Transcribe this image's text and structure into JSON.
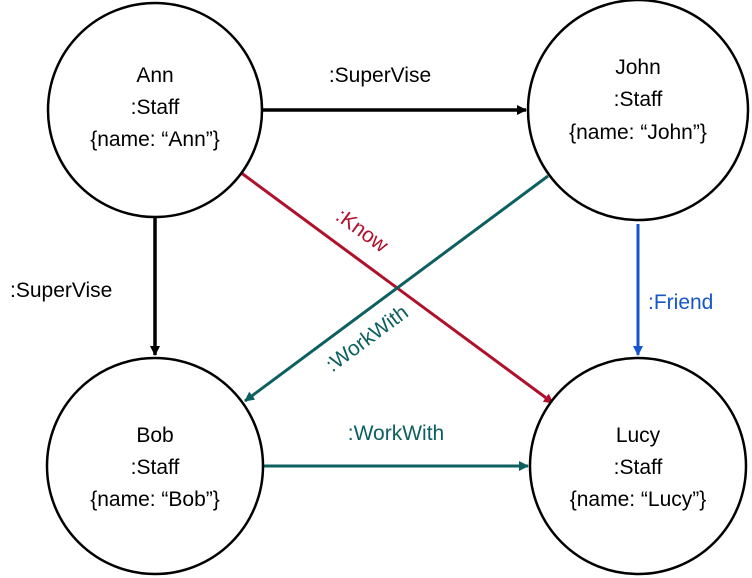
{
  "nodes": {
    "ann": {
      "name": "Ann",
      "label": ":Staff",
      "props": "{name: “Ann”}"
    },
    "john": {
      "name": "John",
      "label": ":Staff",
      "props": "{name: “John”}"
    },
    "bob": {
      "name": "Bob",
      "label": ":Staff",
      "props": "{name: “Bob”}"
    },
    "lucy": {
      "name": "Lucy",
      "label": ":Staff",
      "props": "{name: “Lucy”}"
    }
  },
  "edges": {
    "ann_john": {
      "label": ":SuperVise",
      "color": "#000000"
    },
    "ann_bob": {
      "label": ":SuperVise",
      "color": "#000000"
    },
    "ann_lucy": {
      "label": ":Know",
      "color": "#b0102a"
    },
    "john_bob": {
      "label": ":WorkWith",
      "color": "#0e6060"
    },
    "john_lucy": {
      "label": ":Friend",
      "color": "#1556c8"
    },
    "bob_lucy": {
      "label": ":WorkWith",
      "color": "#0e6060"
    }
  }
}
